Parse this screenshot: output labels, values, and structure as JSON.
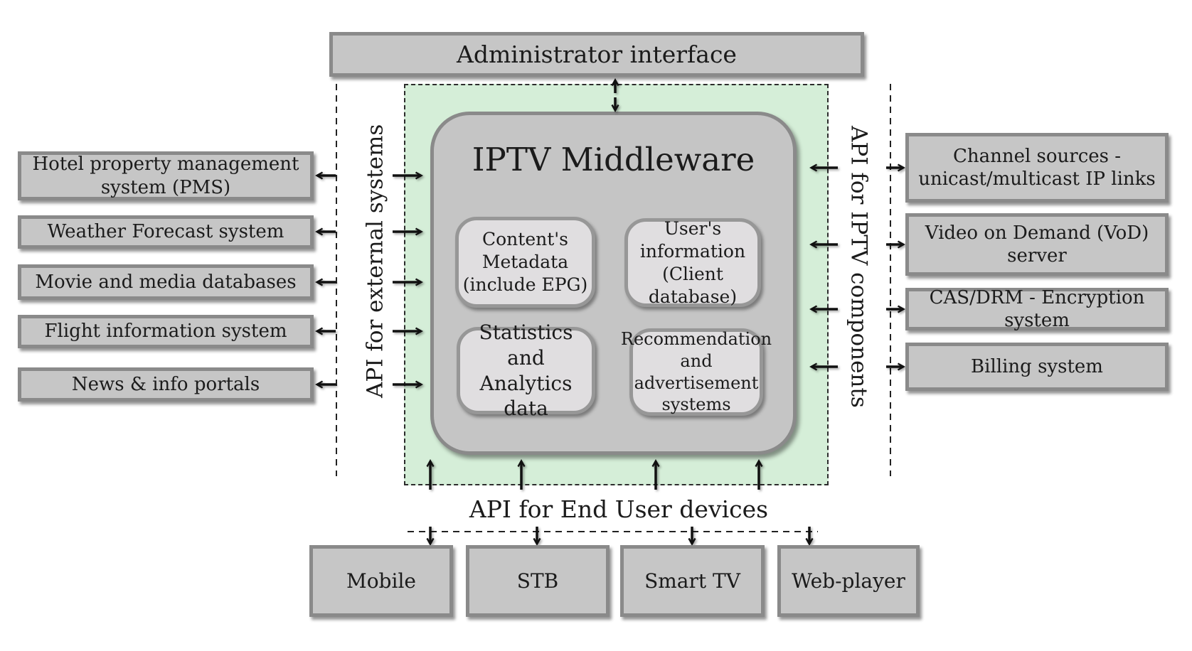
{
  "admin": {
    "label": "Administrator interface"
  },
  "middleware": {
    "title": "IPTV Middleware",
    "modules": [
      {
        "label": "Content's Metadata\n(include EPG)"
      },
      {
        "label": "User's information\n(Client database)"
      },
      {
        "label": "Statistics and\nAnalytics data"
      },
      {
        "label": "Recommendation\nand advertisement\nsystems"
      }
    ]
  },
  "api_layers": {
    "external": "API for external systems",
    "iptv": "API for IPTV components",
    "end_user": "API for End User devices"
  },
  "external_systems": [
    {
      "label": "Hotel property management\nsystem (PMS)"
    },
    {
      "label": "Weather Forecast system"
    },
    {
      "label": "Movie and media databases"
    },
    {
      "label": "Flight information system"
    },
    {
      "label": "News & info portals"
    }
  ],
  "iptv_components": [
    {
      "label": "Channel sources -\nunicast/multicast  IP links"
    },
    {
      "label": "Video on Demand (VoD)\nserver"
    },
    {
      "label": "CAS/DRM - Encryption system"
    },
    {
      "label": "Billing system"
    }
  ],
  "end_user_devices": [
    {
      "label": "Mobile"
    },
    {
      "label": "STB"
    },
    {
      "label": "Smart TV"
    },
    {
      "label": "Web-player"
    }
  ],
  "colors": {
    "zone_green": "#d5eed8",
    "box_fill": "#c6c6c6",
    "mw_fill": "#c5c5c5",
    "box_border": "#8a8a8a",
    "module_fill": "#e0dee0",
    "module_border": "#979797",
    "text": "#1b1b1b",
    "arrow": "#111111"
  }
}
